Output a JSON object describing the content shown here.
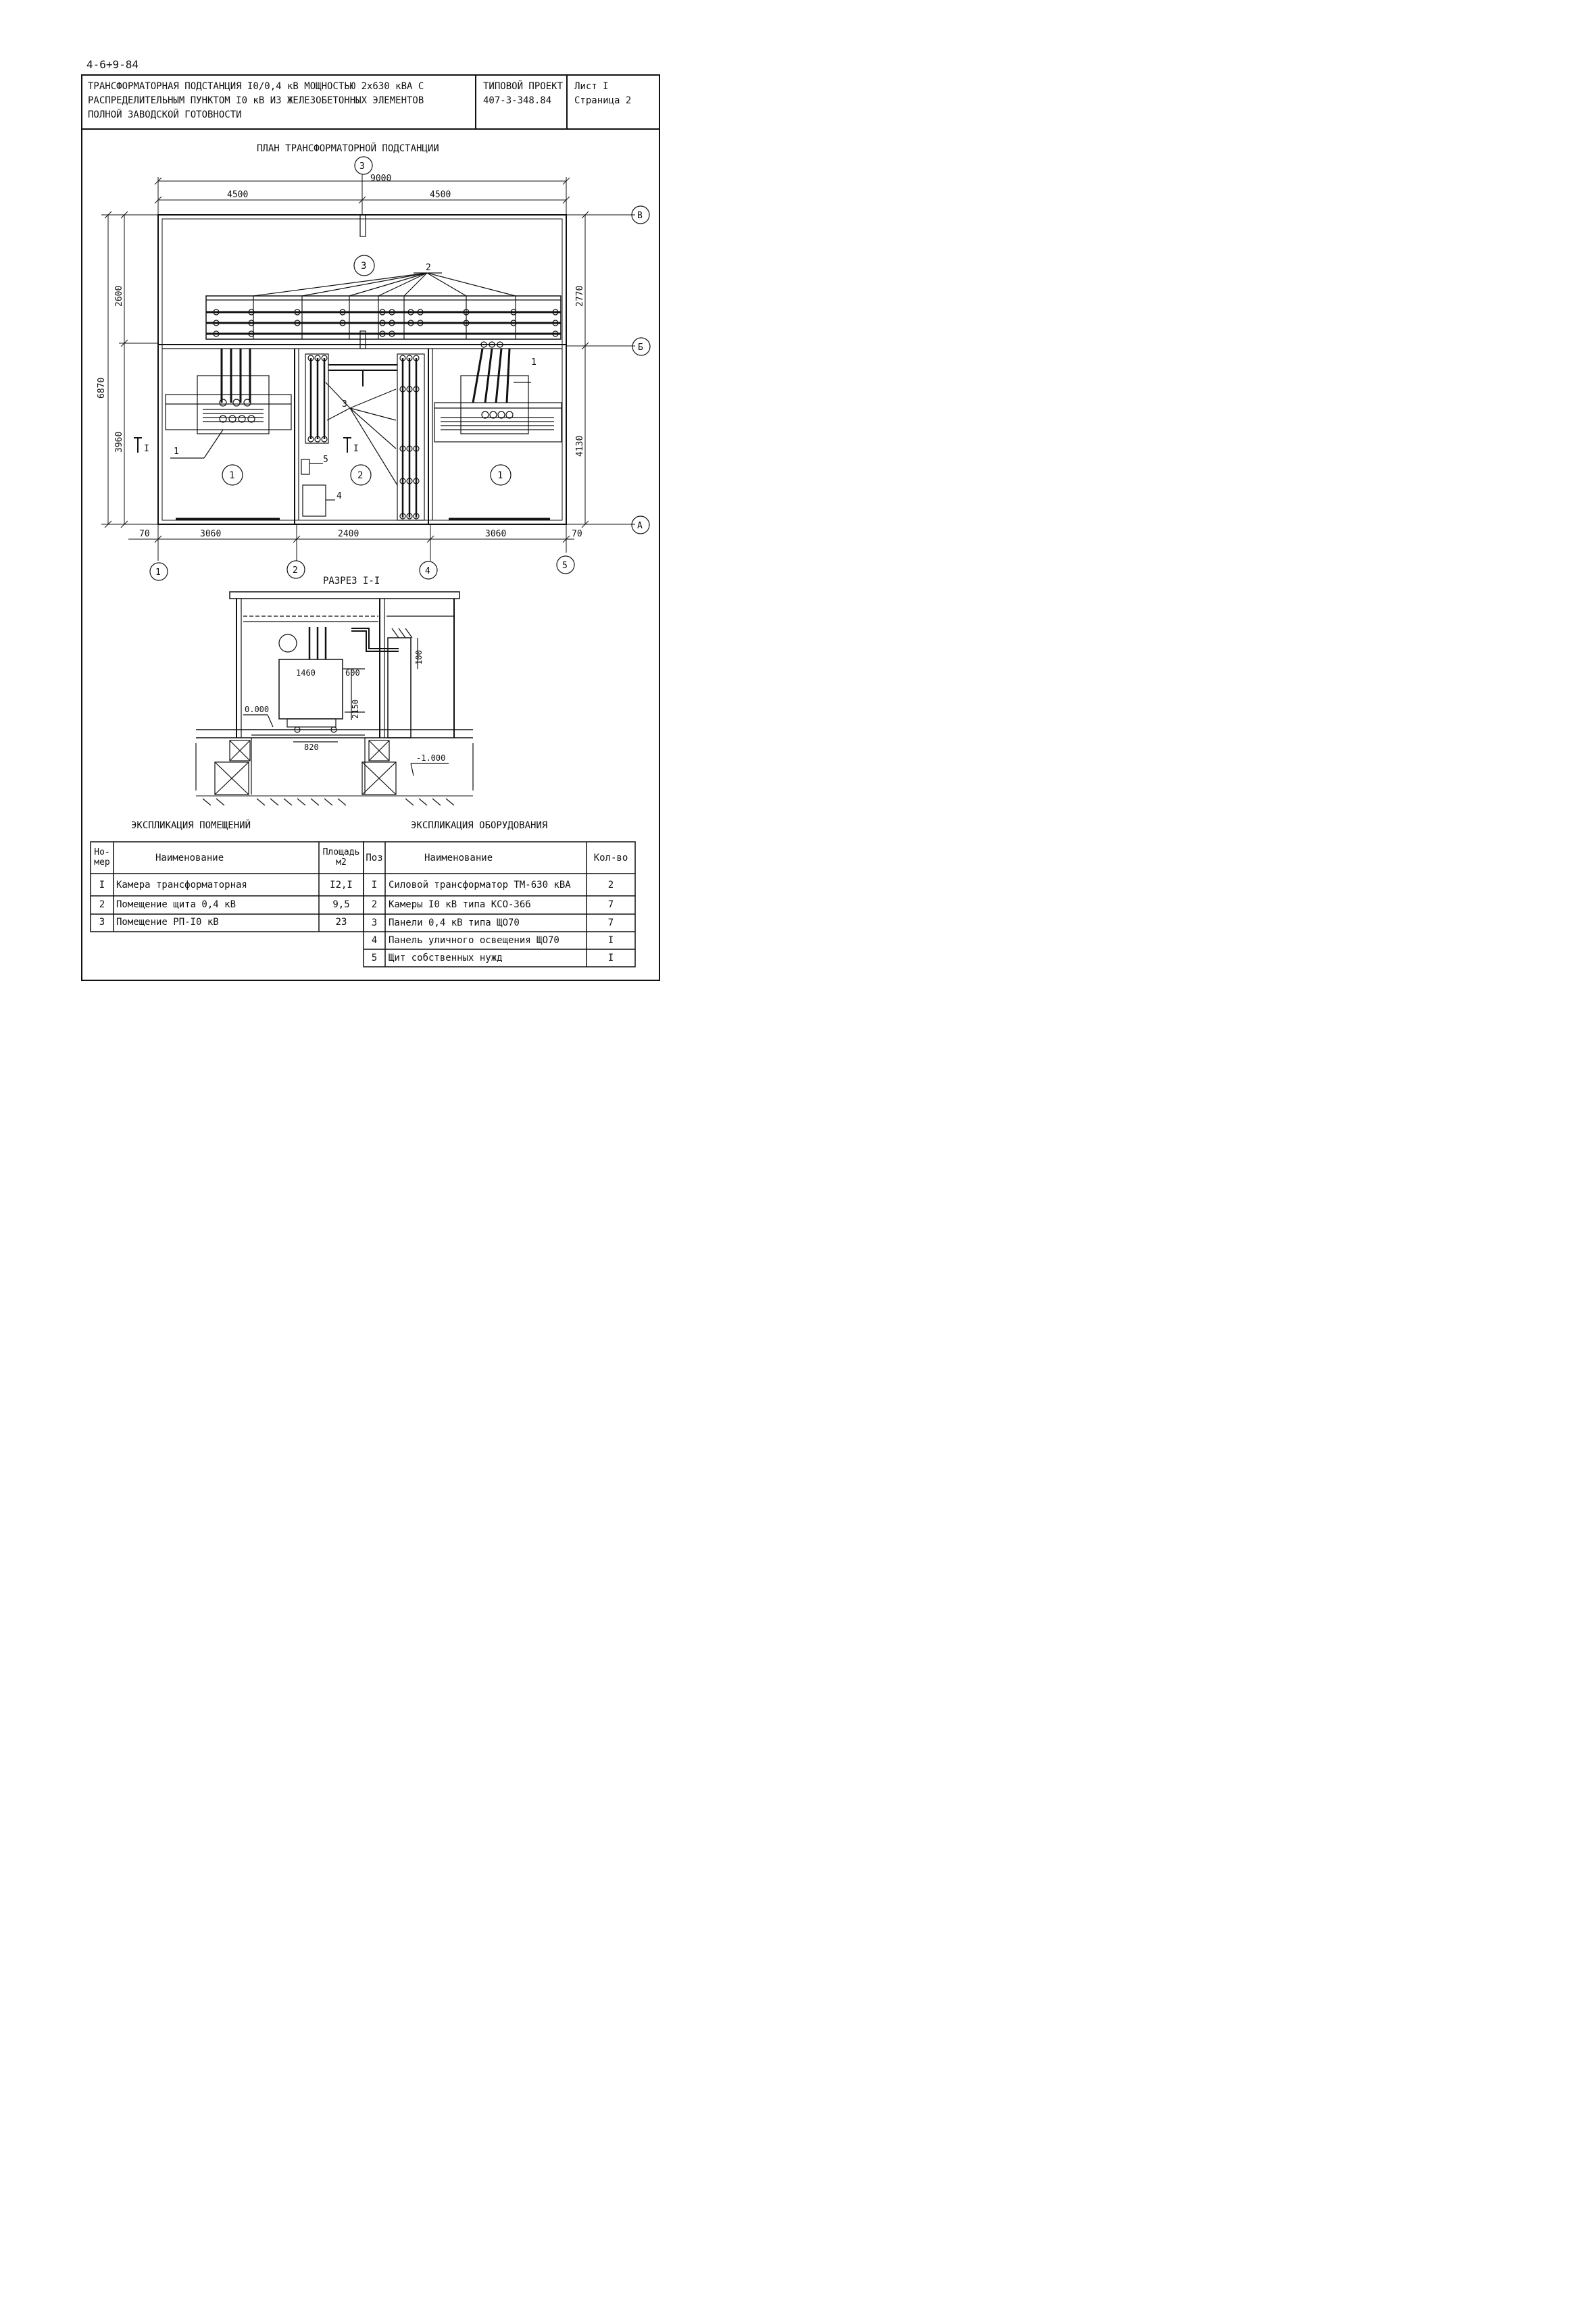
{
  "doc_code": "4-6+9-84",
  "title_block": {
    "title_lines": [
      "ТРАНСФОРМАТОРНАЯ ПОДСТАНЦИЯ I0/0,4 кВ МОЩНОСТЬЮ 2х630 кВА С",
      "РАСПРЕДЕЛИТЕЛЬНЫМ ПУНКТОМ I0 кВ ИЗ ЖЕЛЕЗОБЕТОННЫХ ЭЛЕМЕНТОВ",
      "ПОЛНОЙ ЗАВОДСКОЙ ГОТОВНОСТИ"
    ],
    "project_lines": [
      "ТИПОВОЙ ПРОЕКТ",
      "407-3-348.84"
    ],
    "sheet_lines": [
      "Лист I",
      "Страница 2"
    ]
  },
  "plan": {
    "title": "ПЛАН ТРАНСФОРМАТОРНОЙ ПОДСТАНЦИИ",
    "dims": {
      "total": "9000",
      "half_left": "4500",
      "half_right": "4500",
      "left_top": "2600",
      "left_total": "6870",
      "left_bottom": "3960",
      "right_top": "2770",
      "right_bottom": "4130",
      "b70l": "70",
      "b3060l": "3060",
      "b2400": "2400",
      "b3060r": "3060",
      "b70r": "70"
    },
    "axes": {
      "a1": "1",
      "a2": "2",
      "a3": "3",
      "a4": "4",
      "a5": "5",
      "aA": "А",
      "aB": "Б",
      "aV": "В"
    },
    "rooms": {
      "r1": "1",
      "r2": "2",
      "r3": "3",
      "r1b": "1"
    },
    "items": {
      "i1": "1",
      "i1b": "1",
      "i2": "2",
      "i3": "3",
      "i4": "4",
      "i5": "5"
    },
    "section_mark": "I"
  },
  "section": {
    "title": "РАЗРЕЗ I-I",
    "dims": {
      "d1460": "1460",
      "d600": "600",
      "d100": "100",
      "d2150": "2150",
      "d820": "820",
      "lvl0": "0.000",
      "lvl1": "-1.000"
    }
  },
  "rooms_table": {
    "title": "ЭКСПЛИКАЦИЯ ПОМЕЩЕНИЙ",
    "headers": {
      "num": "Но-мер",
      "name": "Наименование",
      "area": "Площадь м2"
    },
    "rows": [
      {
        "num": "I",
        "name": "Камера трансформаторная",
        "area": "I2,I"
      },
      {
        "num": "2",
        "name": "Помещение щита 0,4 кВ",
        "area": "9,5"
      },
      {
        "num": "3",
        "name": "Помещение РП-I0 кВ",
        "area": "23"
      }
    ]
  },
  "equipment_table": {
    "title": "ЭКСПЛИКАЦИЯ ОБОРУДОВАНИЯ",
    "headers": {
      "pos": "Поз",
      "name": "Наименование",
      "qty": "Кол-во"
    },
    "rows": [
      {
        "pos": "I",
        "name": "Силовой трансформатор ТМ-630 кВА",
        "qty": "2"
      },
      {
        "pos": "2",
        "name": "Камеры I0 кВ типа КСО-366",
        "qty": "7"
      },
      {
        "pos": "3",
        "name": "Панели 0,4 кВ типа ЩО70",
        "qty": "7"
      },
      {
        "pos": "4",
        "name": "Панель уличного освещения ЩО70",
        "qty": "I"
      },
      {
        "pos": "5",
        "name": "Щит собственных нужд",
        "qty": "I"
      }
    ]
  }
}
